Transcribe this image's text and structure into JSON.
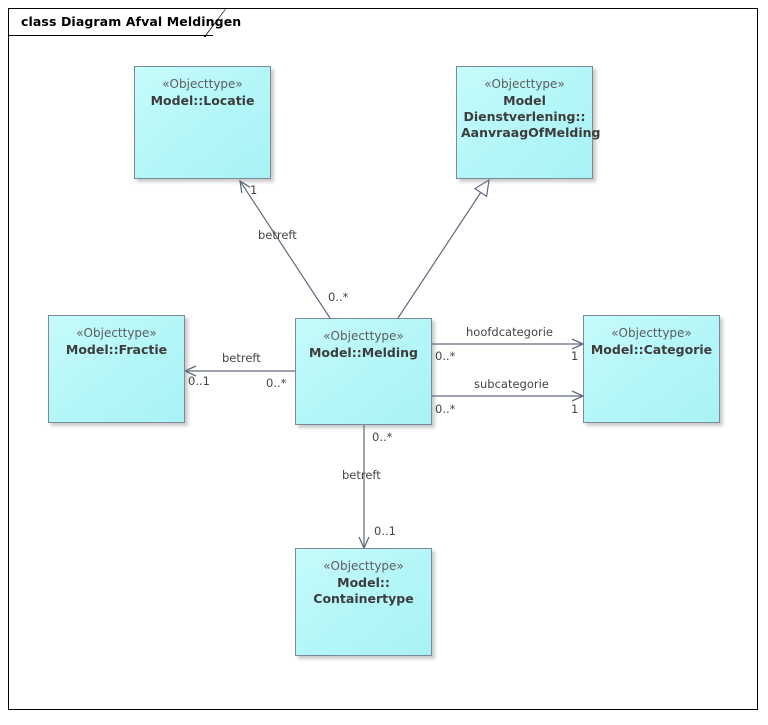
{
  "frame": {
    "tab_label": "class Diagram Afval Meldingen"
  },
  "classes": {
    "locatie": {
      "stereotype": "«Objecttype»",
      "name_line1": "Model::Locatie",
      "name_line2": "",
      "name_line3": ""
    },
    "aanvraag": {
      "stereotype": "«Objecttype»",
      "name_line1": "Model",
      "name_line2": "Dienstverlening::",
      "name_line3": "AanvraagOfMelding"
    },
    "fractie": {
      "stereotype": "«Objecttype»",
      "name_line1": "Model::Fractie",
      "name_line2": "",
      "name_line3": ""
    },
    "melding": {
      "stereotype": "«Objecttype»",
      "name_line1": "Model::Melding",
      "name_line2": "",
      "name_line3": ""
    },
    "categorie": {
      "stereotype": "«Objecttype»",
      "name_line1": "Model::Categorie",
      "name_line2": "",
      "name_line3": ""
    },
    "containertype": {
      "stereotype": "«Objecttype»",
      "name_line1": "Model::",
      "name_line2": "Containertype",
      "name_line3": ""
    }
  },
  "connectors": {
    "melding_locatie": {
      "name": "betreft",
      "source_mult": "0..*",
      "target_mult": "1",
      "type": "association"
    },
    "melding_aanvraag": {
      "name": "",
      "source_mult": "",
      "target_mult": "",
      "type": "generalization"
    },
    "melding_fractie": {
      "name": "betreft",
      "source_mult": "0..*",
      "target_mult": "0..1",
      "type": "association"
    },
    "melding_hoofdcategorie": {
      "name": "hoofdcategorie",
      "source_mult": "0..*",
      "target_mult": "1",
      "type": "association"
    },
    "melding_subcategorie": {
      "name": "subcategorie",
      "source_mult": "0..*",
      "target_mult": "1",
      "type": "association"
    },
    "melding_containertype": {
      "name": "betreft",
      "source_mult": "0..*",
      "target_mult": "0..1",
      "type": "association"
    }
  },
  "colors": {
    "class_fill": "#bdf8fa",
    "class_border": "#7a8a99",
    "connector": "#5f6b7e",
    "frame_border": "#000000",
    "text": "#444444"
  }
}
